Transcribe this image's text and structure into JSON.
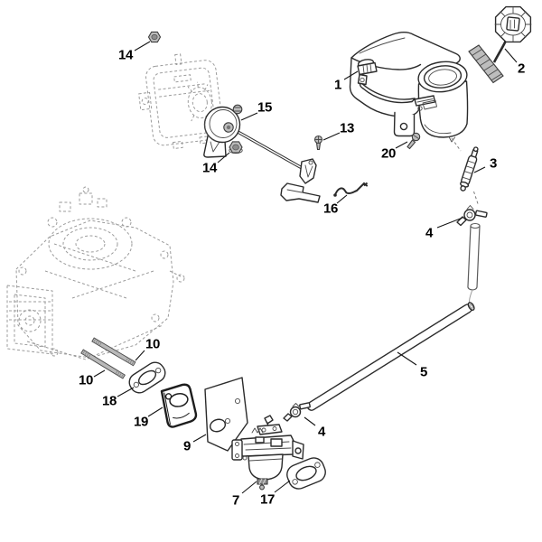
{
  "figure": {
    "kind": "exploded-parts-diagram",
    "background_color": "#ffffff",
    "line_color": "#2b2b2b",
    "ghost_line_color": "#9b9b9b",
    "label_color": "#000000",
    "metal_fill_color": "#bdbdbd"
  },
  "callouts": [
    {
      "label": "14",
      "part": "hex-nut-muffler-top"
    },
    {
      "label": "15",
      "part": "pivot-cover"
    },
    {
      "label": "13",
      "part": "screw"
    },
    {
      "label": "14",
      "part": "hex-nut-muffler-lower"
    },
    {
      "label": "1",
      "part": "fuel-tank"
    },
    {
      "label": "2",
      "part": "tank-cap"
    },
    {
      "label": "20",
      "part": "screw"
    },
    {
      "label": "3",
      "part": "suction-head"
    },
    {
      "label": "4",
      "part": "hose-clip-upper"
    },
    {
      "label": "16",
      "part": "governor-link"
    },
    {
      "label": "10",
      "part": "stud-upper"
    },
    {
      "label": "10",
      "part": "stud-lower"
    },
    {
      "label": "18",
      "part": "muffler-gasket"
    },
    {
      "label": "19",
      "part": "spacer-flange"
    },
    {
      "label": "9",
      "part": "baffle-plate"
    },
    {
      "label": "5",
      "part": "fuel-hose"
    },
    {
      "label": "4",
      "part": "hose-clip-lower"
    },
    {
      "label": "7",
      "part": "carburetor"
    },
    {
      "label": "17",
      "part": "carburetor-gasket"
    }
  ]
}
